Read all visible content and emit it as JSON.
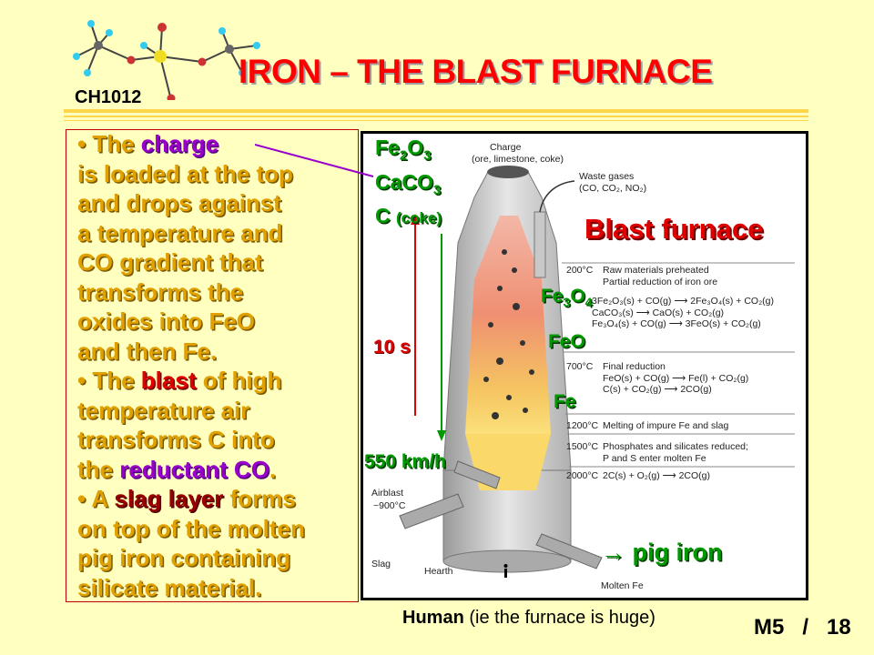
{
  "header": {
    "course_code": "CH1012",
    "title": "IRON – THE BLAST FURNACE"
  },
  "bullets": {
    "b1": {
      "lines": [
        {
          "parts": [
            {
              "t": "• The "
            },
            {
              "t": "charge",
              "c": "purple"
            }
          ]
        },
        {
          "parts": [
            {
              "t": "is loaded at the top"
            }
          ]
        },
        {
          "parts": [
            {
              "t": "and drops against"
            }
          ]
        },
        {
          "parts": [
            {
              "t": "a temperature and"
            }
          ]
        },
        {
          "parts": [
            {
              "t": "CO gradient that"
            }
          ]
        },
        {
          "parts": [
            {
              "t": "transforms the"
            }
          ]
        },
        {
          "parts": [
            {
              "t": "oxides into FeO"
            }
          ]
        },
        {
          "parts": [
            {
              "t": "and then Fe."
            }
          ]
        }
      ]
    },
    "b2": {
      "lines": [
        {
          "parts": [
            {
              "t": "• The "
            },
            {
              "t": "blast",
              "c": "red"
            },
            {
              "t": " of high"
            }
          ]
        },
        {
          "parts": [
            {
              "t": "temperature air"
            }
          ]
        },
        {
          "parts": [
            {
              "t": "transforms C into"
            }
          ]
        },
        {
          "parts": [
            {
              "t": "the "
            },
            {
              "t": "reductant CO",
              "c": "purple"
            },
            {
              "t": "."
            }
          ]
        }
      ]
    },
    "b3": {
      "lines": [
        {
          "parts": [
            {
              "t": "• A "
            },
            {
              "t": "slag layer",
              "c": "dred"
            },
            {
              "t": " forms"
            }
          ]
        },
        {
          "parts": [
            {
              "t": "on top of the molten"
            }
          ]
        },
        {
          "parts": [
            {
              "t": "pig iron containing"
            }
          ]
        },
        {
          "parts": [
            {
              "t": "silicate material."
            }
          ]
        }
      ]
    }
  },
  "overlay": {
    "charge_formula": {
      "fe2o3": "Fe",
      "fe2o3_sub1": "2",
      "fe2o3_mid": "O",
      "fe2o3_sub2": "3",
      "caco3": "CaCO",
      "caco3_sub": "3",
      "c": "C",
      "coke": "(coke)"
    },
    "time": "10 s",
    "speed": "550 km/h",
    "blast_furnace": "Blast furnace",
    "fe3o4": "Fe",
    "fe3o4_sub1": "3",
    "fe3o4_mid": "O",
    "fe3o4_sub2": "4",
    "feo": "FeO",
    "fe": "Fe",
    "pig_iron": "→  pig iron"
  },
  "figure": {
    "charge_label": "Charge",
    "charge_sub": "(ore, limestone, coke)",
    "waste_gases": "Waste gases",
    "waste_gases_sub": "(CO, CO₂, NO₂)",
    "airblast": "Airblast",
    "airblast_temp": "~900°C",
    "slag": "Slag",
    "hearth": "Hearth",
    "molten_fe": "Molten Fe",
    "zones": [
      {
        "temp": "200°C",
        "lines": [
          "Raw materials preheated",
          "Partial reduction of iron ore"
        ]
      },
      {
        "temp": "",
        "lines": [
          "3Fe₂O₃(s) + CO(g)  ⟶  2Fe₃O₄(s) + CO₂(g)",
          "CaCO₃(s)  ⟶  CaO(s) + CO₂(g)",
          "Fe₃O₄(s) + CO(g)  ⟶  3FeO(s) + CO₂(g)"
        ]
      },
      {
        "temp": "700°C",
        "lines": [
          "Final reduction",
          "FeO(s) + CO(g)  ⟶  Fe(l) + CO₂(g)",
          "C(s) + CO₂(g)  ⟶  2CO(g)"
        ]
      },
      {
        "temp": "1200°C",
        "lines": [
          "Melting of impure Fe and slag"
        ]
      },
      {
        "temp": "1500°C",
        "lines": [
          "Phosphates and silicates reduced;",
          "P and S enter molten Fe"
        ]
      },
      {
        "temp": "2000°C",
        "lines": [
          "2C(s) + O₂(g)  ⟶  2CO(g)"
        ]
      }
    ]
  },
  "footer": {
    "human_bold": "Human",
    "human_rest": " (ie the furnace is huge)",
    "module": "M5",
    "sep": "/",
    "page": "18"
  },
  "colors": {
    "accent_red": "#ff0000",
    "bullet_gold": "#e0a000",
    "purple": "#9900cc",
    "green": "#009900",
    "rule": "#ffd54a"
  }
}
